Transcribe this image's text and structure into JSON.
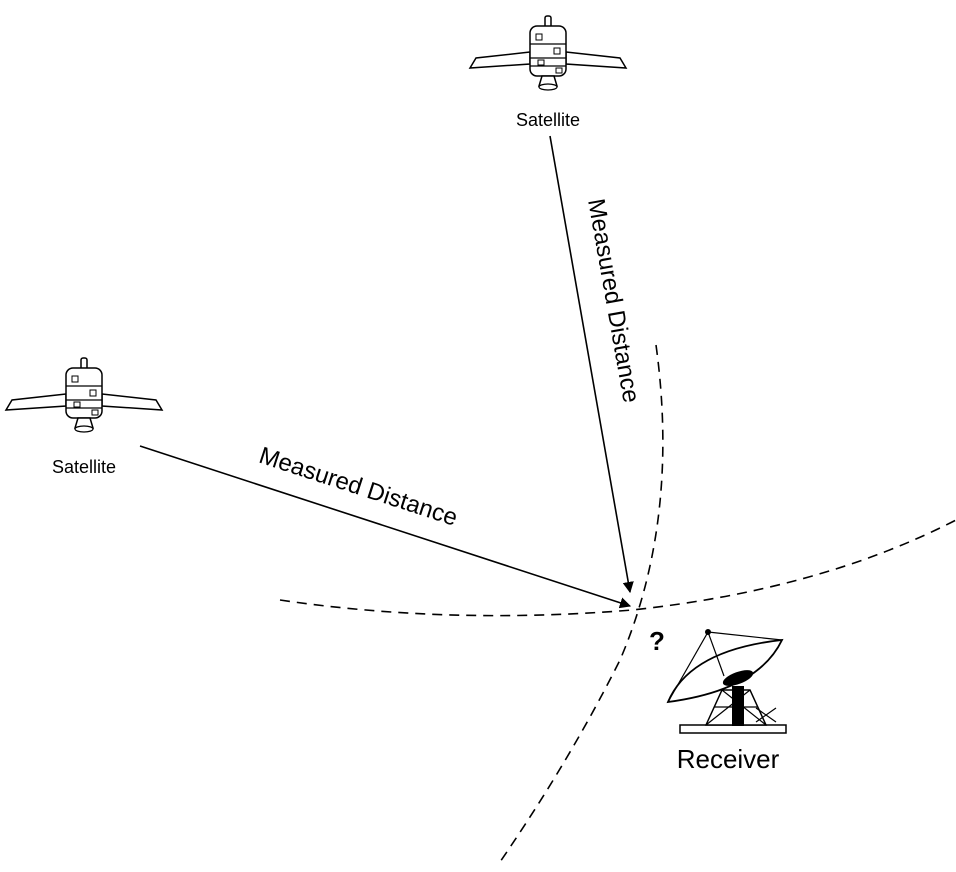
{
  "satellite_top": {
    "label": "Satellite",
    "icon": "satellite-icon"
  },
  "satellite_left": {
    "label": "Satellite",
    "icon": "satellite-icon"
  },
  "distance_top": {
    "label": "Measured Distance"
  },
  "distance_left": {
    "label": "Measured Distance"
  },
  "receiver": {
    "label": "Receiver",
    "icon": "satellite-dish-icon"
  },
  "unknown_marker": {
    "label": "?"
  },
  "colors": {
    "stroke": "#000000",
    "background": "#ffffff"
  }
}
